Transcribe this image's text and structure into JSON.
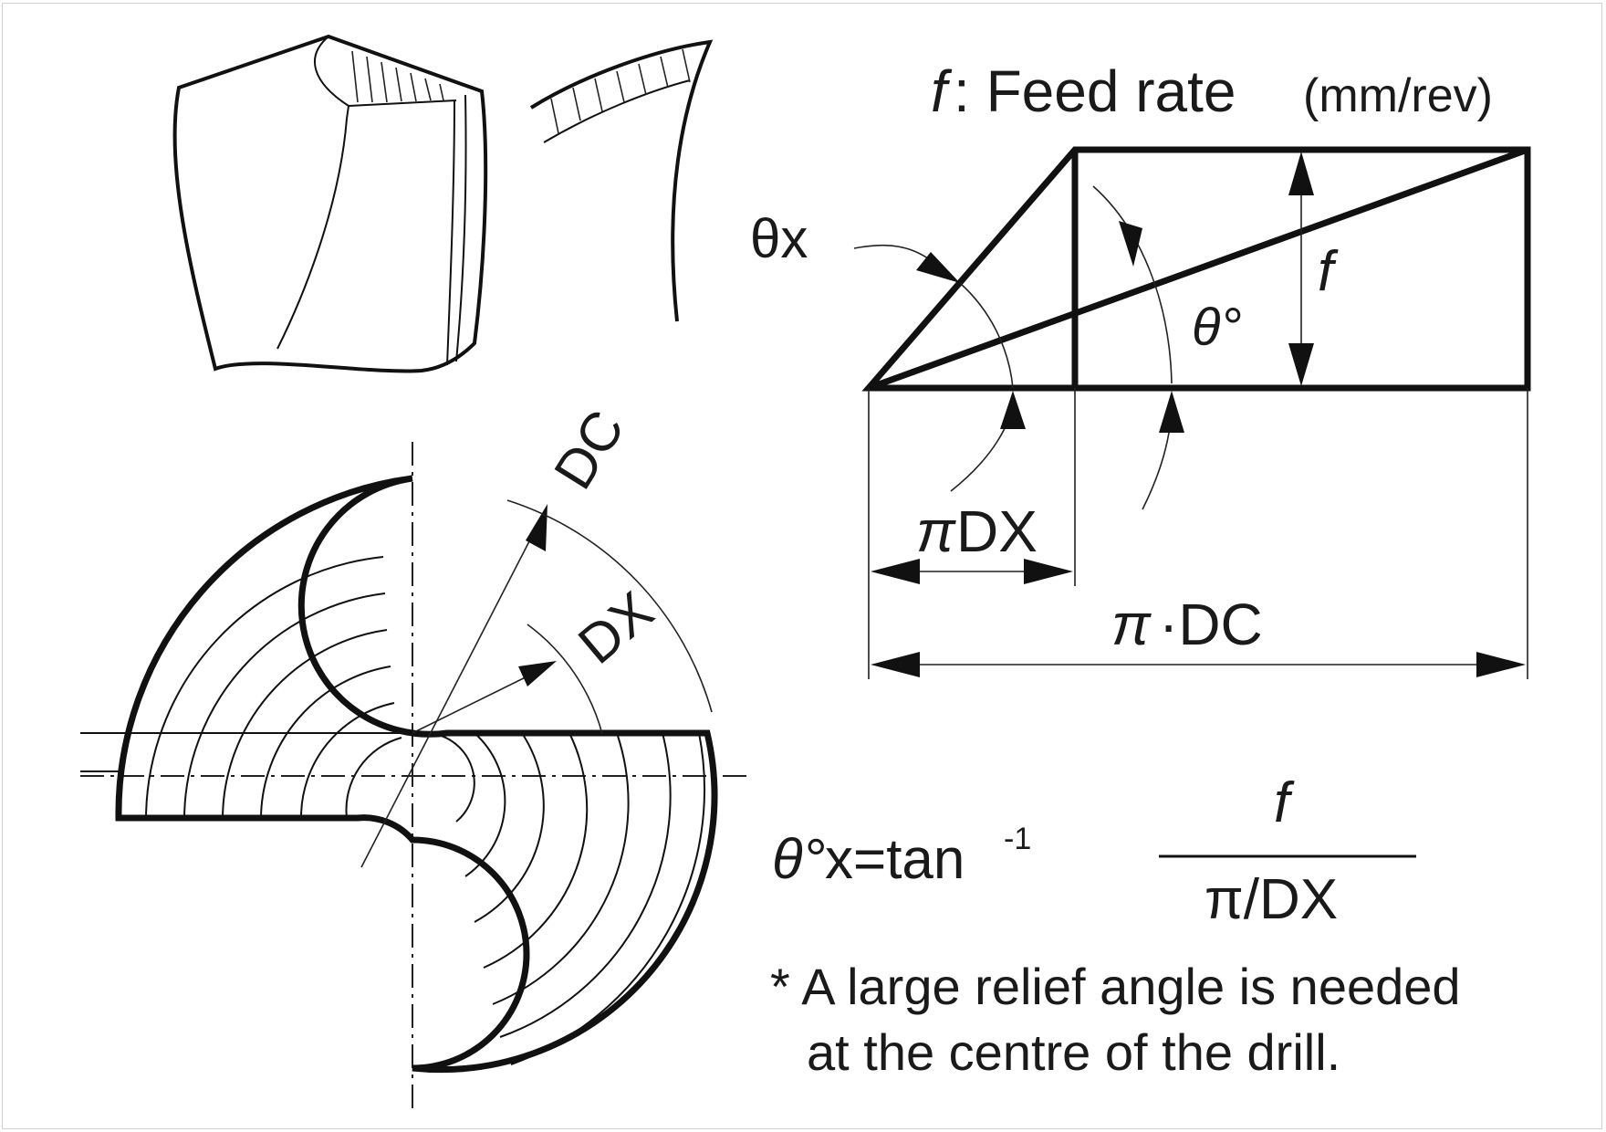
{
  "labels": {
    "feed_symbol": "f",
    "feed_text": ": Feed rate",
    "feed_unit": "(mm/rev)",
    "theta_x": "θx",
    "f_vertical": "f",
    "theta_deg": "θ°",
    "pi_dx_pi": "π",
    "pi_dx_text": "DX",
    "pi_dc_pi": "π",
    "pi_dc_text": "·DC",
    "dc": "DC",
    "dx": "DX"
  },
  "formula": {
    "lhs_theta": "θ°",
    "lhs_text": "x=tan",
    "lhs_exp": "-1",
    "numerator": "f",
    "denominator": "π/DX"
  },
  "note": {
    "line1": "* A large relief angle is needed",
    "line2": "at the centre of the drill."
  }
}
